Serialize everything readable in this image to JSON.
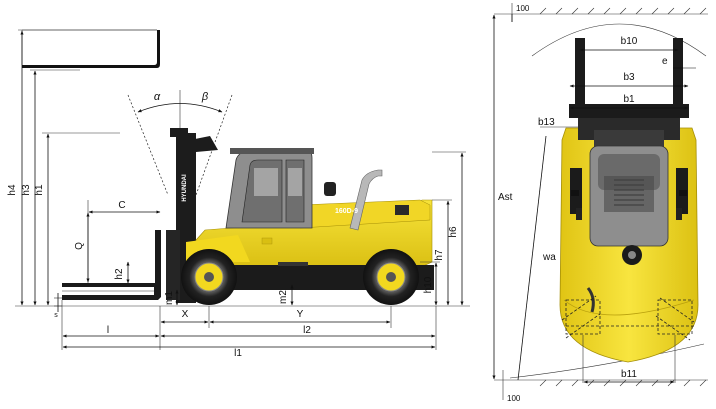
{
  "side_view": {
    "labels": {
      "h4": "h4",
      "h3": "h3",
      "h1": "h1",
      "h2": "h2",
      "Q": "Q",
      "C": "C",
      "alpha": "α",
      "beta": "β",
      "s": "s",
      "m1": "m1",
      "m2": "m2",
      "X": "X",
      "Y": "Y",
      "l": "l",
      "l2": "l2",
      "l1": "l1",
      "h6": "h6",
      "h7": "h7",
      "h10": "h10"
    },
    "mast_text": "HYUNDAI",
    "body_badge": "160D-9"
  },
  "top_view": {
    "labels": {
      "top_100": "100",
      "bottom_100": "100",
      "b10": "b10",
      "e": "e",
      "b3": "b3",
      "b1": "b1",
      "b13": "b13",
      "Ast": "Ast",
      "wa": "wa",
      "b11": "b11"
    }
  },
  "colors": {
    "body_yellow": "#f2d81f",
    "body_shade": "#d9bf12",
    "chassis_black": "#1b1b1b",
    "cab_gray": "#8e8e8e"
  }
}
